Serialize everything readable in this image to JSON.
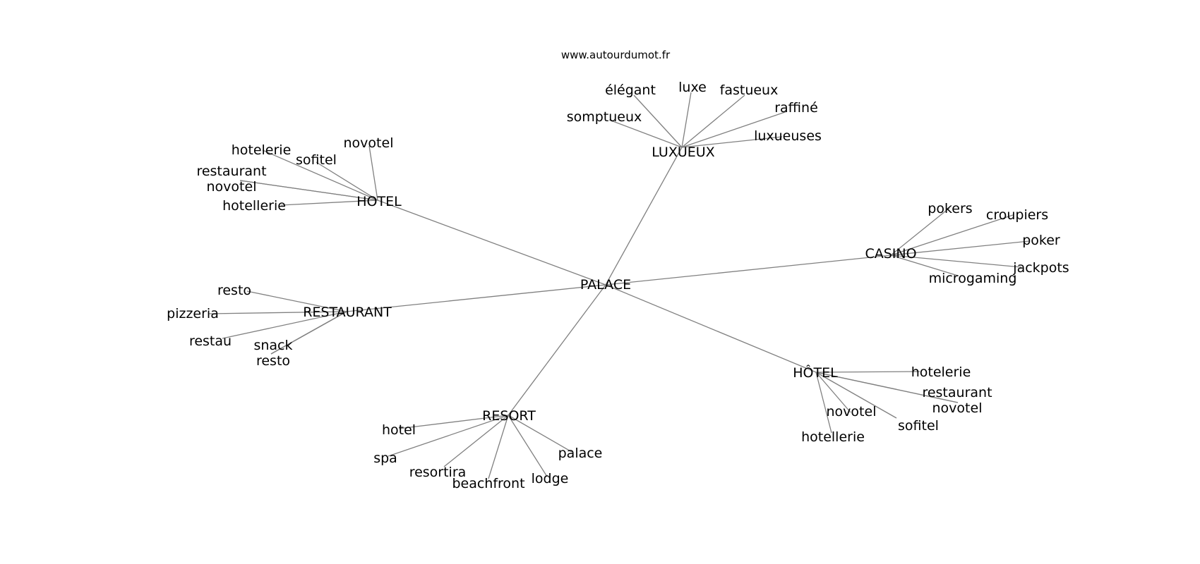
{
  "source": "www.autourdumot.fr",
  "colors": {
    "edge": "#808080",
    "text": "#000000",
    "background": "#ffffff"
  },
  "center": "PALACE",
  "groups": [
    {
      "hub": "LUXUEUX",
      "leaves": [
        "élégant",
        "luxe",
        "fastueux",
        "raffiné",
        "somptueux",
        "luxueuses"
      ]
    },
    {
      "hub": "HOTEL",
      "leaves": [
        "hotelerie",
        "novotel",
        "sofitel",
        "restaurant",
        "novotel",
        "hotellerie"
      ]
    },
    {
      "hub": "CASINO",
      "leaves": [
        "pokers",
        "croupiers",
        "poker",
        "jackpots",
        "microgaming"
      ]
    },
    {
      "hub": "RESTAURANT",
      "leaves": [
        "resto",
        "pizzeria",
        "restau",
        "snack",
        "resto"
      ]
    },
    {
      "hub": "HÔTEL",
      "leaves": [
        "hotelerie",
        "restaurant",
        "novotel",
        "novotel",
        "sofitel",
        "hotellerie"
      ]
    },
    {
      "hub": "RESORT",
      "leaves": [
        "hotel",
        "spa",
        "resortira",
        "beachfront",
        "lodge",
        "palace"
      ]
    }
  ]
}
